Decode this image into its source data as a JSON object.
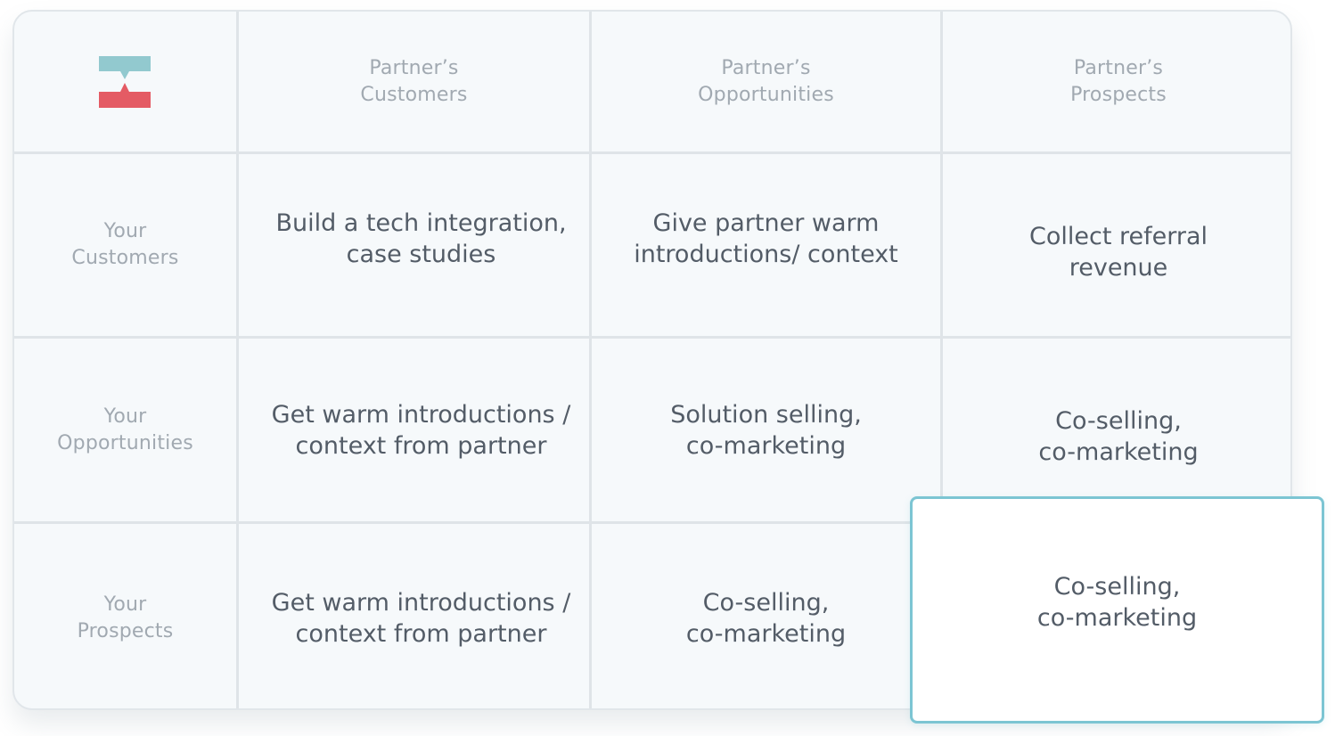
{
  "columns": [
    {
      "line1": "Partner’s",
      "line2": "Customers"
    },
    {
      "line1": "Partner’s",
      "line2": "Opportunities"
    },
    {
      "line1": "Partner’s",
      "line2": "Prospects"
    }
  ],
  "rows": [
    {
      "label1": "Your",
      "label2": "Customers",
      "cells": [
        {
          "line1": "Build a tech integration,",
          "line2": "case studies"
        },
        {
          "line1": "Give partner warm",
          "line2": "introductions/ context"
        },
        {
          "line1": "Collect referral",
          "line2": "revenue"
        }
      ]
    },
    {
      "label1": "Your",
      "label2": "Opportunities",
      "cells": [
        {
          "line1": "Get warm introductions /",
          "line2": "context from partner"
        },
        {
          "line1": "Solution selling,",
          "line2": "co-marketing"
        },
        {
          "line1": "Co-selling,",
          "line2": "co-marketing"
        }
      ]
    },
    {
      "label1": "Your",
      "label2": "Prospects",
      "cells": [
        {
          "line1": "Get warm introductions /",
          "line2": "context from partner"
        },
        {
          "line1": "Co-selling,",
          "line2": "co-marketing"
        },
        {
          "line1": "Co-selling,",
          "line2": "co-marketing"
        }
      ]
    }
  ],
  "logo": {
    "icon": "overlap-logo-icon",
    "top_color": "#92c9cf",
    "bottom_color": "#e45b64"
  },
  "colors": {
    "grid_bg": "#f6f9fb",
    "grid_line": "#dfe4e8",
    "header_text": "#a1a9b1",
    "body_text": "#535c67",
    "highlight_border": "#7cc5d3"
  }
}
